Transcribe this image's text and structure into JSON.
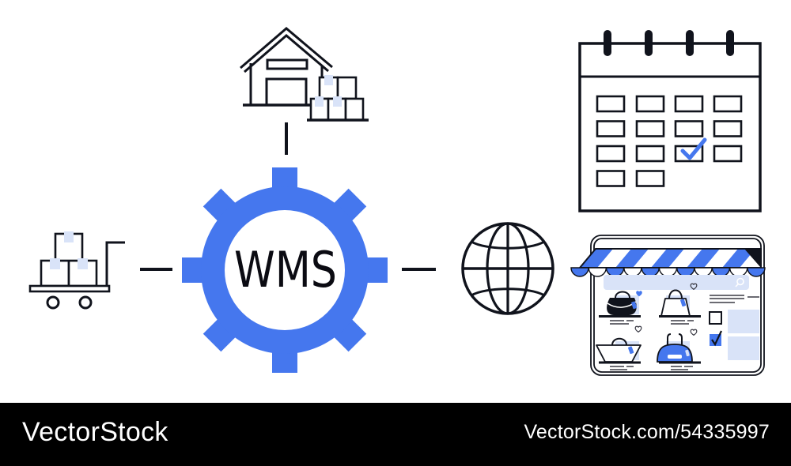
{
  "image": {
    "type": "stock-illustration",
    "background": "#ffffff"
  },
  "colors": {
    "accent_blue": "#4577EE",
    "light_blue": "#D9E3F8",
    "outline_dark": "#10131C",
    "detail_gray": "#3A3A44",
    "footer_bg": "#000000",
    "footer_text": "#FFFFFF"
  },
  "diagram": {
    "center": {
      "shape": "gear",
      "label": "WMS"
    },
    "nodes": [
      {
        "id": "warehouse",
        "icon": "warehouse-boxes-icon",
        "position": "top",
        "connector": "vertical-line"
      },
      {
        "id": "inventory-cart",
        "icon": "inventory-cart-icon",
        "position": "left",
        "connector": "horizontal-line"
      },
      {
        "id": "globe",
        "icon": "globe-icon",
        "position": "right",
        "connector": "horizontal-line"
      },
      {
        "id": "calendar",
        "icon": "calendar-checked-icon",
        "position": "top-right"
      },
      {
        "id": "online-store",
        "icon": "online-storefront-icon",
        "position": "bottom-right"
      }
    ]
  },
  "footer": {
    "brand": "VectorStock",
    "credit": "VectorStock.com/54335997"
  }
}
